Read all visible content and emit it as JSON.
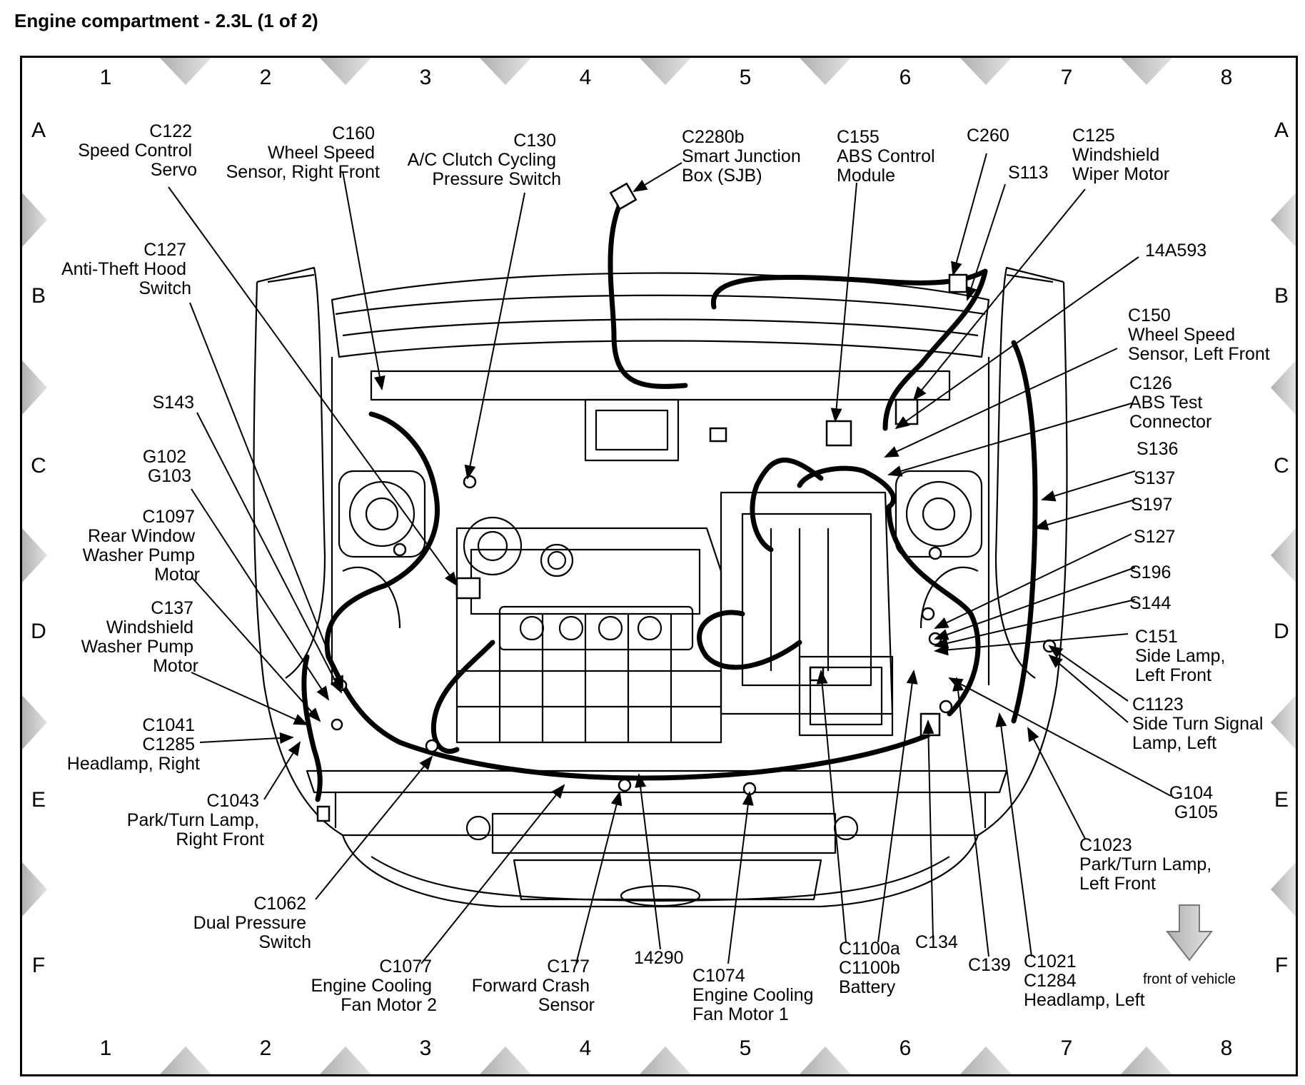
{
  "title": "Engine compartment - 2.3L (1 of 2)",
  "grid": {
    "columns": [
      "1",
      "2",
      "3",
      "4",
      "5",
      "6",
      "7",
      "8"
    ],
    "rows": [
      "A",
      "B",
      "C",
      "D",
      "E",
      "F"
    ]
  },
  "labels": {
    "c122": [
      "C122",
      "Speed Control",
      "Servo"
    ],
    "c160": [
      "C160",
      "Wheel Speed",
      "Sensor, Right Front"
    ],
    "c130": [
      "C130",
      "A/C Clutch Cycling",
      "Pressure Switch"
    ],
    "c2280b": [
      "C2280b",
      "Smart Junction",
      "Box (SJB)"
    ],
    "c155": [
      "C155",
      "ABS Control",
      "Module"
    ],
    "c260": [
      "C260"
    ],
    "s113": [
      "S113"
    ],
    "c125": [
      "C125",
      "Windshield",
      "Wiper Motor"
    ],
    "c127": [
      "C127",
      "Anti-Theft Hood",
      "Switch"
    ],
    "a14a593": [
      "14A593"
    ],
    "c150": [
      "C150",
      "Wheel Speed",
      "Sensor, Left Front"
    ],
    "c126": [
      "C126",
      "ABS Test",
      "Connector"
    ],
    "s143": [
      "S143"
    ],
    "s136": [
      "S136"
    ],
    "g102": [
      "G102",
      "G103"
    ],
    "s137": [
      "S137"
    ],
    "s197": [
      "S197"
    ],
    "c1097": [
      "C1097",
      "Rear Window",
      "Washer Pump",
      "Motor"
    ],
    "s127": [
      "S127"
    ],
    "s196": [
      "S196"
    ],
    "c137": [
      "C137",
      "Windshield",
      "Washer Pump",
      "Motor"
    ],
    "s144": [
      "S144"
    ],
    "c151": [
      "C151",
      "Side Lamp,",
      "Left Front"
    ],
    "c1123": [
      "C1123",
      "Side Turn Signal",
      "Lamp, Left"
    ],
    "c1041": [
      "C1041",
      "C1285",
      "Headlamp, Right"
    ],
    "c1043": [
      "C1043",
      "Park/Turn Lamp,",
      "Right Front"
    ],
    "g104": [
      "G104",
      "G105"
    ],
    "c1023": [
      "C1023",
      "Park/Turn Lamp,",
      "Left Front"
    ],
    "c1062": [
      "C1062",
      "Dual Pressure",
      "Switch"
    ],
    "c1077": [
      "C1077",
      "Engine Cooling",
      "Fan Motor 2"
    ],
    "c177": [
      "C177",
      "Forward Crash",
      "Sensor"
    ],
    "a14290": [
      "14290"
    ],
    "c1074": [
      "C1074",
      "Engine Cooling",
      "Fan Motor 1"
    ],
    "c1100": [
      "C1100a",
      "C1100b",
      "Battery"
    ],
    "c134": [
      "C134"
    ],
    "c139": [
      "C139"
    ],
    "c1021": [
      "C1021",
      "C1284",
      "Headlamp, Left"
    ],
    "front": [
      "front of vehicle"
    ]
  }
}
